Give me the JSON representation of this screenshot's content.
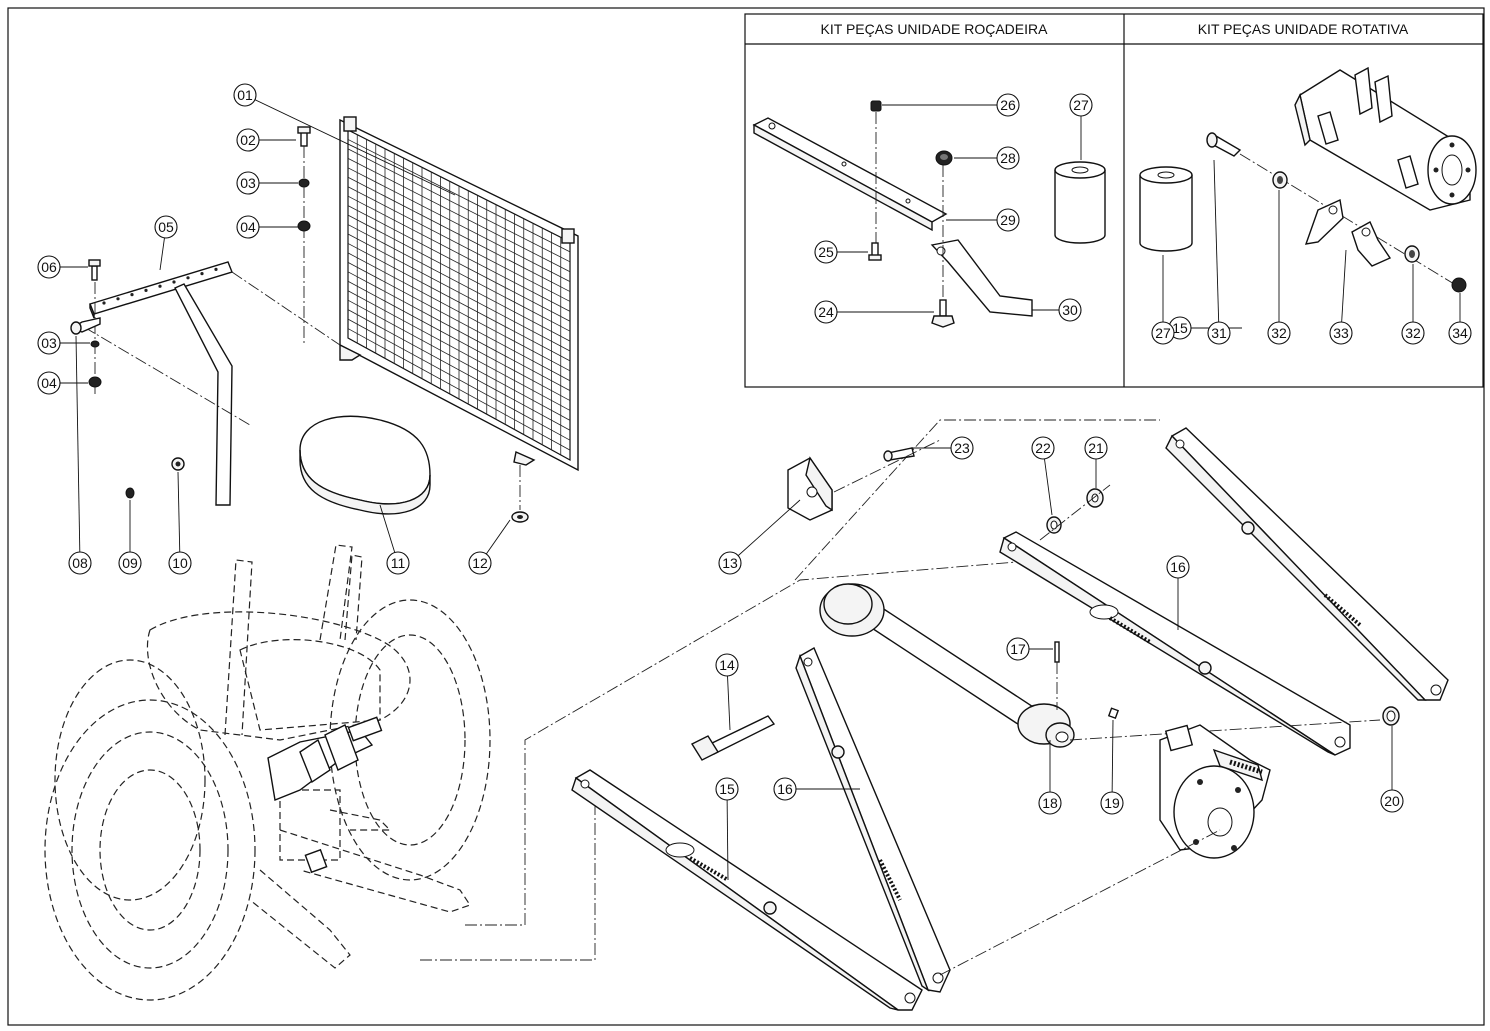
{
  "kits": {
    "rocadeira_title": "KIT PEÇAS UNIDADE ROÇADEIRA",
    "rotativa_title": "KIT PEÇAS UNIDADE ROTATIVA"
  },
  "callouts": [
    {
      "id": "c01",
      "label": "01"
    },
    {
      "id": "c02",
      "label": "02"
    },
    {
      "id": "c03a",
      "label": "03"
    },
    {
      "id": "c04a",
      "label": "04"
    },
    {
      "id": "c05",
      "label": "05"
    },
    {
      "id": "c06",
      "label": "06"
    },
    {
      "id": "c03b",
      "label": "03"
    },
    {
      "id": "c04b",
      "label": "04"
    },
    {
      "id": "c08",
      "label": "08"
    },
    {
      "id": "c09",
      "label": "09"
    },
    {
      "id": "c10",
      "label": "10"
    },
    {
      "id": "c11",
      "label": "11"
    },
    {
      "id": "c12",
      "label": "12"
    },
    {
      "id": "c13",
      "label": "13"
    },
    {
      "id": "c14",
      "label": "14"
    },
    {
      "id": "c15a",
      "label": "15"
    },
    {
      "id": "c15b",
      "label": "15"
    },
    {
      "id": "c16a",
      "label": "16"
    },
    {
      "id": "c16b",
      "label": "16"
    },
    {
      "id": "c17",
      "label": "17"
    },
    {
      "id": "c18",
      "label": "18"
    },
    {
      "id": "c19",
      "label": "19"
    },
    {
      "id": "c20",
      "label": "20"
    },
    {
      "id": "c21",
      "label": "21"
    },
    {
      "id": "c22",
      "label": "22"
    },
    {
      "id": "c23",
      "label": "23"
    },
    {
      "id": "c24",
      "label": "24"
    },
    {
      "id": "c25",
      "label": "25"
    },
    {
      "id": "c26",
      "label": "26"
    },
    {
      "id": "c27a",
      "label": "27"
    },
    {
      "id": "c27b",
      "label": "27"
    },
    {
      "id": "c28",
      "label": "28"
    },
    {
      "id": "c29",
      "label": "29"
    },
    {
      "id": "c30",
      "label": "30"
    },
    {
      "id": "c31",
      "label": "31"
    },
    {
      "id": "c32a",
      "label": "32"
    },
    {
      "id": "c32b",
      "label": "32"
    },
    {
      "id": "c33",
      "label": "33"
    },
    {
      "id": "c34",
      "label": "34"
    }
  ]
}
